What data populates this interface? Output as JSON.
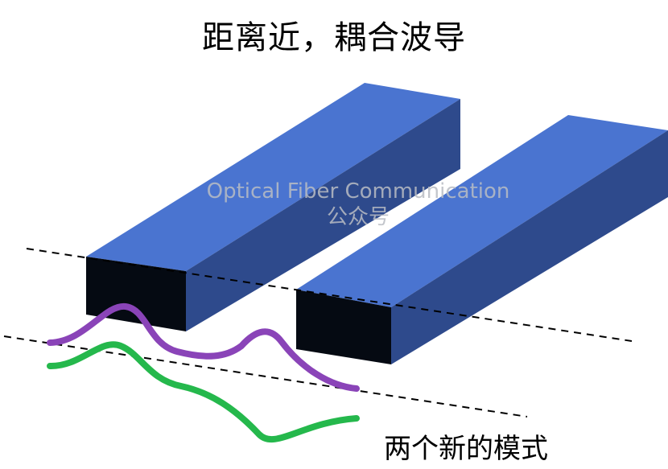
{
  "title": "距离近，耦合波导",
  "watermark": {
    "line1": "Optical Fiber Communication",
    "line2": "公众号"
  },
  "caption": "两个新的模式",
  "colors": {
    "waveguide_top": "#4a74d0",
    "waveguide_side": "#2e4a8c",
    "waveguide_end": "#050a12",
    "mode_upper": "#8a44b8",
    "mode_lower": "#25b84c",
    "guide_line": "#000000"
  }
}
